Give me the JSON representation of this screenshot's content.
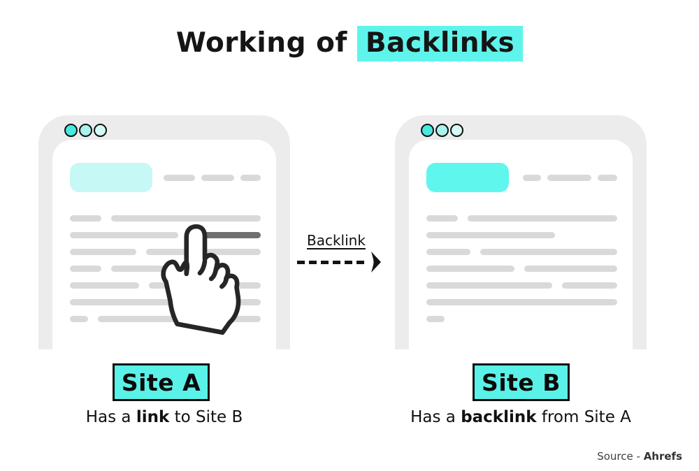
{
  "title": {
    "prefix": "Working of",
    "highlight": "Backlinks"
  },
  "arrow": {
    "label": "Backlink"
  },
  "colors": {
    "accent_cyan": "#5FF4EB",
    "label_cyan": "#5AF2E8",
    "frame_gray": "#ECECEC",
    "line_gray": "#D9D9D9",
    "link_dark_gray": "#6F6F6F",
    "dots": [
      "#49E9E0",
      "#A9F2ED",
      "#D3FAF7"
    ]
  },
  "sites": [
    {
      "label": "Site A",
      "caption_pre": "Has a ",
      "caption_bold": "link",
      "caption_post": " to Site B",
      "logo_color": "#C6F8F5",
      "wireframe": {
        "nav_pills": [
          45,
          47,
          29
        ],
        "rows": [
          [
            {
              "w": 45
            },
            {
              "fill": true
            }
          ],
          [
            {
              "fill": true
            },
            {
              "w": 104,
              "dark": true
            }
          ],
          [
            {
              "w": 95
            },
            {
              "fill": true
            }
          ],
          [
            {
              "w": 45
            },
            {
              "w": 101
            }
          ],
          [
            {
              "w": 99
            },
            {
              "fill": true
            }
          ],
          [
            {
              "fill": true
            }
          ],
          [
            {
              "w": 26
            },
            {
              "fill": true
            }
          ]
        ]
      }
    },
    {
      "label": "Site B",
      "caption_pre": "Has a ",
      "caption_bold": "backlink",
      "caption_post": " from Site A",
      "logo_color": "#5FF6EE",
      "wireframe": {
        "nav_pills": [
          26,
          63,
          28
        ],
        "rows": [
          [
            {
              "w": 45
            },
            {
              "fill": true
            }
          ],
          [
            {
              "w": 184
            }
          ],
          [
            {
              "w": 63
            },
            {
              "fill": true
            }
          ],
          [
            {
              "w": 126
            },
            {
              "fill": true
            }
          ],
          [
            {
              "w": 180
            },
            {
              "fill": true
            }
          ],
          [
            {
              "fill": true
            }
          ],
          [
            {
              "w": 26
            }
          ]
        ]
      }
    }
  ],
  "source": {
    "prefix": "Source - ",
    "name": "Ahrefs"
  }
}
